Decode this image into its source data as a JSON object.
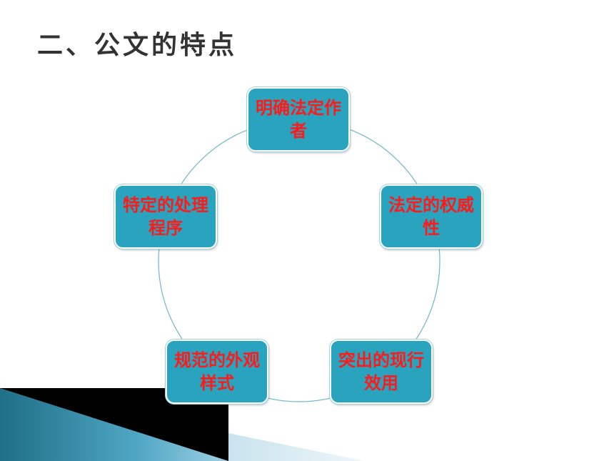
{
  "slide": {
    "title": "二、公文的特点"
  },
  "diagram": {
    "type": "cycle",
    "nodes": [
      {
        "label": "明确法定作者"
      },
      {
        "label": "法定的权威性"
      },
      {
        "label": "突出的现行效用"
      },
      {
        "label": "规范的外观样式"
      },
      {
        "label": "特定的处理程序"
      }
    ]
  },
  "colors": {
    "node_fill": "#2aa3be",
    "node_text": "#ff1a1a",
    "ring": "#6fb8c8",
    "title_text": "#333333"
  }
}
